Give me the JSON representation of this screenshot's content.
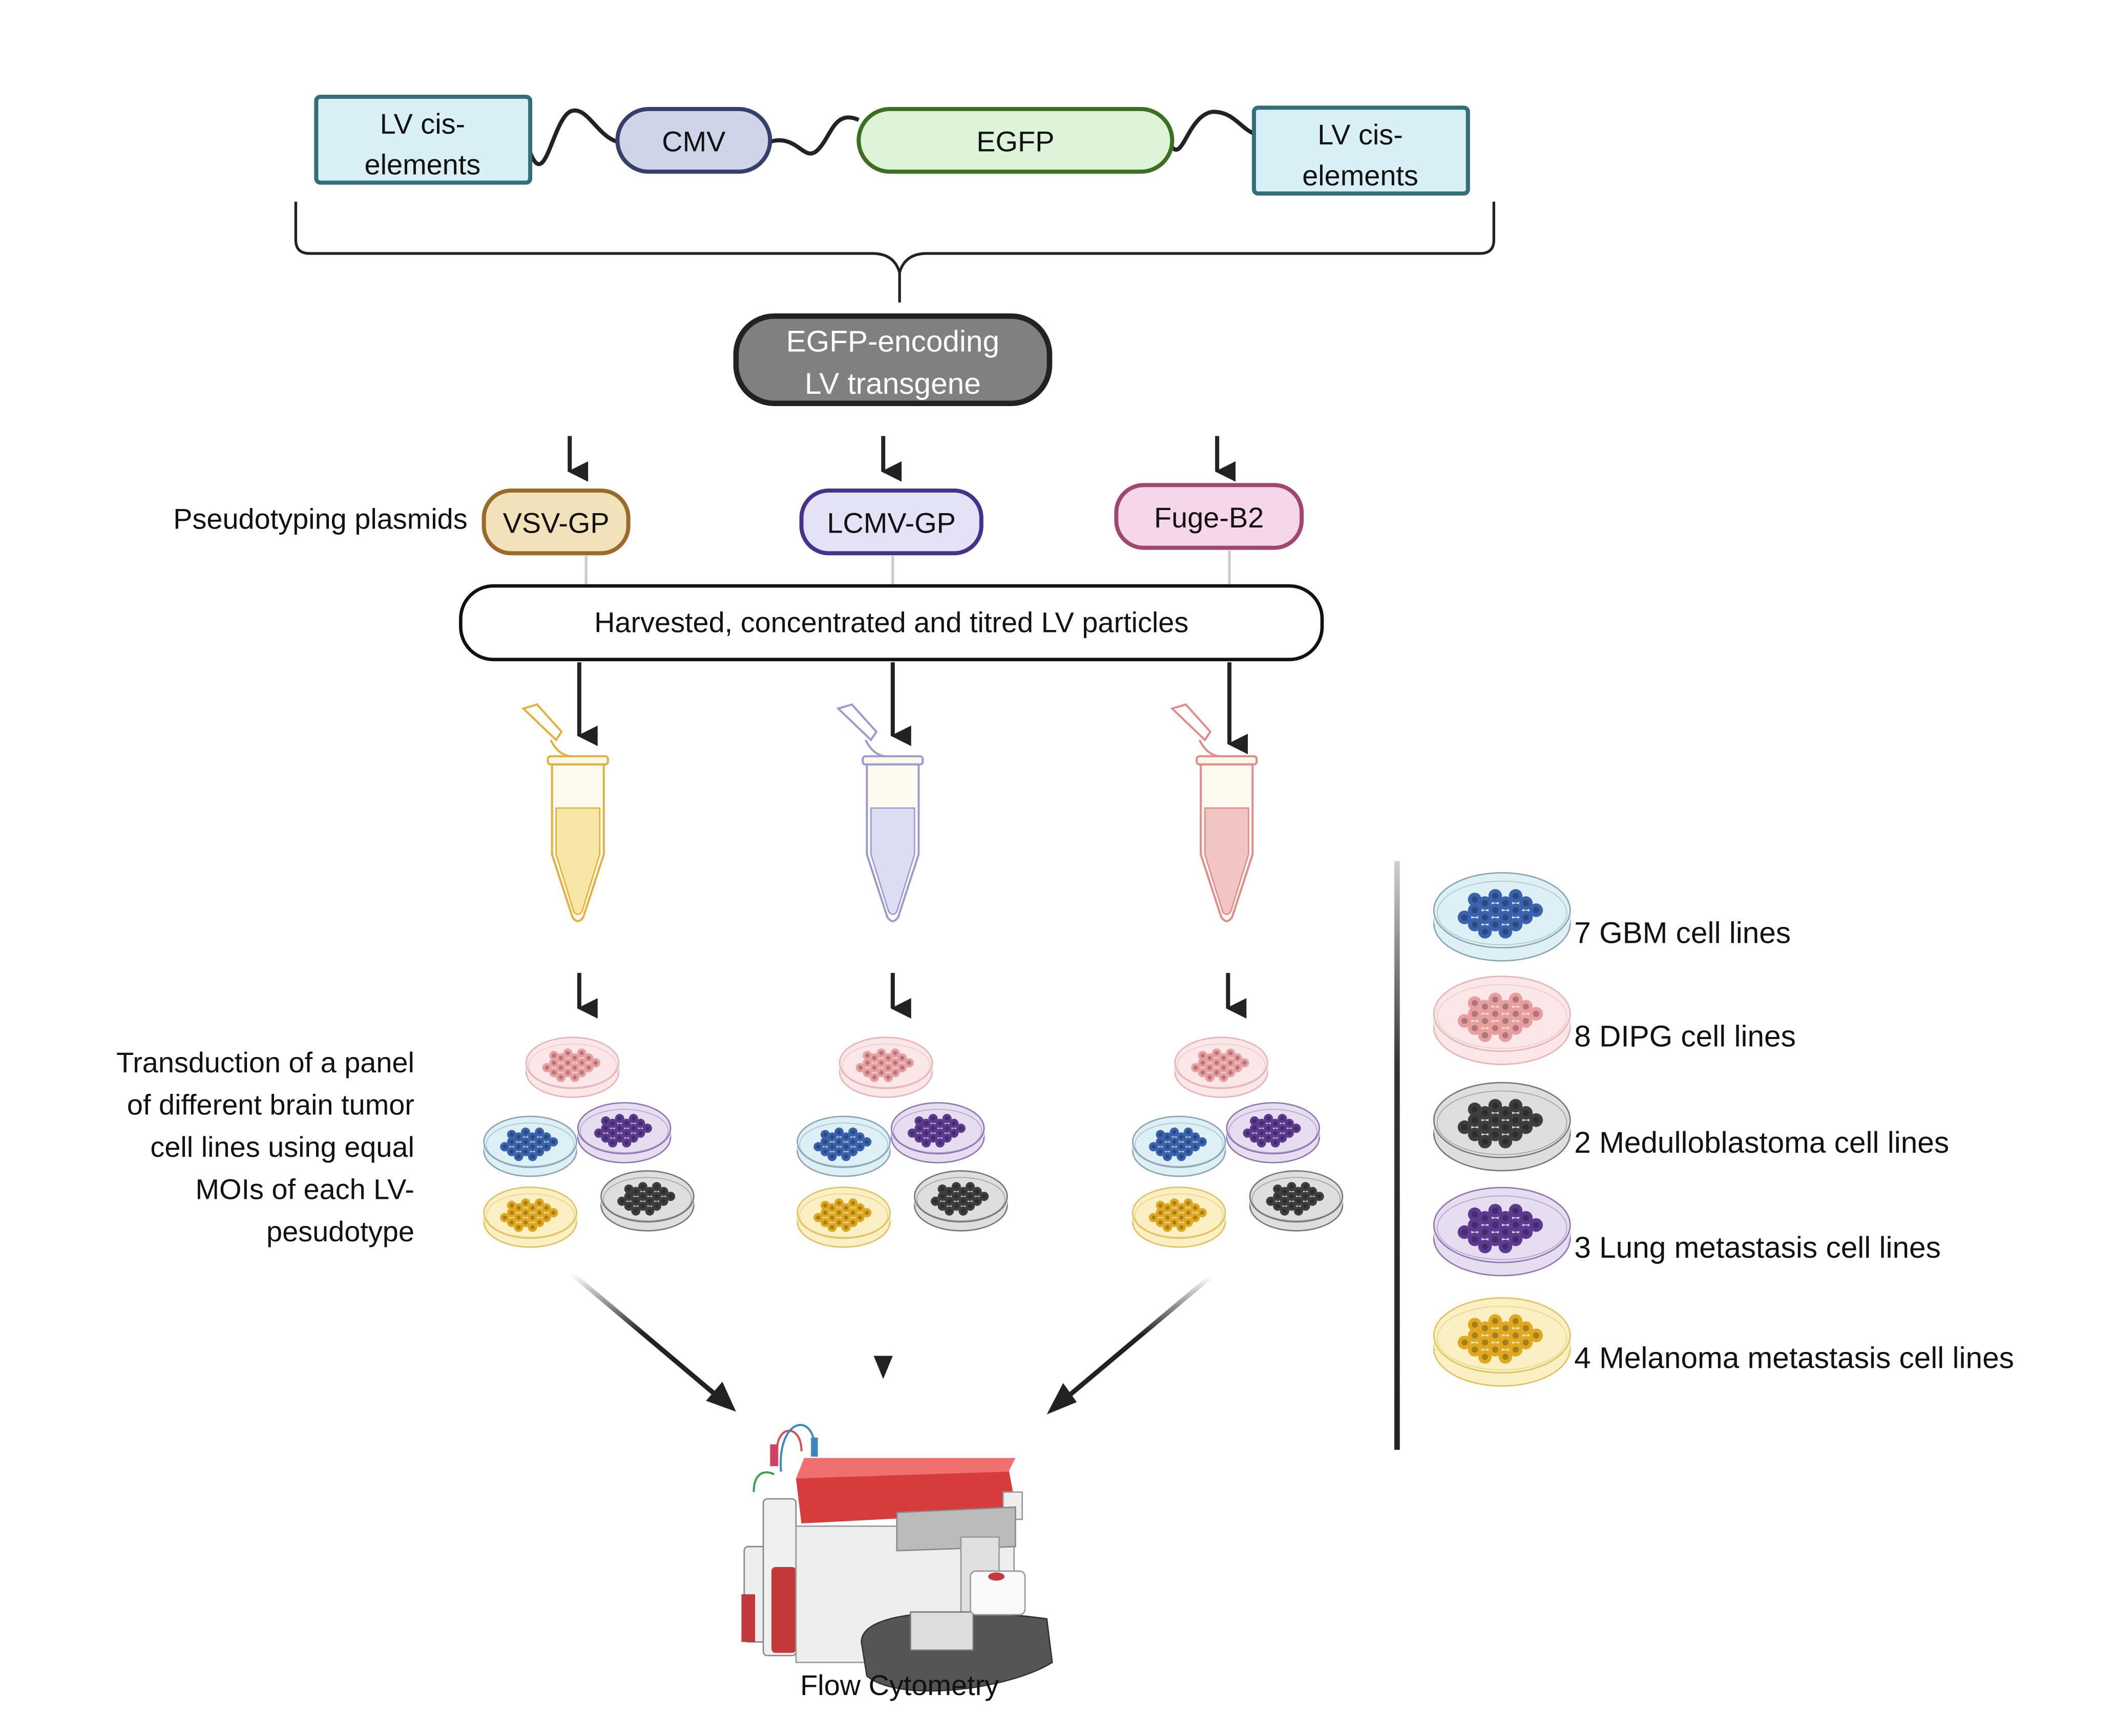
{
  "construct": {
    "left_element": [
      "LV cis-",
      "elements"
    ],
    "promoter": "CMV",
    "gene": "EGFP",
    "right_element": [
      "LV cis-",
      "elements"
    ],
    "colors": {
      "cis_fill": "#d8eff6",
      "cis_stroke": "#336e7b",
      "cmv_fill": "#cfd5e9",
      "cmv_stroke": "#34406b",
      "egfp_fill": "#def4d8",
      "egfp_stroke": "#3a6f24"
    }
  },
  "transgene": {
    "lines": [
      "EGFP-encoding",
      "LV transgene"
    ],
    "fill": "#808080"
  },
  "pseudotyping": {
    "label": "Pseudotyping plasmids",
    "plasmids": [
      {
        "name": "VSV-GP",
        "fill": "#f2e2b9",
        "stroke": "#9a6a2c"
      },
      {
        "name": "LCMV-GP",
        "fill": "#e4e2f6",
        "stroke": "#47318a"
      },
      {
        "name": "Fuge-B2",
        "fill": "#f6d6ea",
        "stroke": "#a1466f"
      }
    ]
  },
  "harvest": {
    "label": "Harvested, concentrated and titred LV particles"
  },
  "tubes": [
    {
      "name": "vsv-tube",
      "fill": "#f7e6a6",
      "stroke": "#e0b13c"
    },
    {
      "name": "lcmv-tube",
      "fill": "#dcdcf2",
      "stroke": "#9d9ad1"
    },
    {
      "name": "fuge-tube",
      "fill": "#f3c4c4",
      "stroke": "#e08c8c"
    }
  ],
  "transduction": {
    "lines": [
      "Transduction of a panel",
      "of different brain tumor",
      "cell lines using equal",
      "MOIs of each LV-",
      "pesudotype"
    ]
  },
  "legend": {
    "items": [
      {
        "label": "7 GBM cell lines",
        "dish": "#dcf0f6",
        "rim": "#8aa3b5",
        "cells": "#3a62ad"
      },
      {
        "label": "8 DIPG cell lines",
        "dish": "#fbe7e8",
        "rim": "#e6b4b6",
        "cells": "#e89e9f"
      },
      {
        "label": "2 Medulloblastoma cell lines",
        "dish": "#dedede",
        "rim": "#777777",
        "cells": "#3e3e3e"
      },
      {
        "label": "3 Lung metastasis cell lines",
        "dish": "#e6def0",
        "rim": "#8e76b3",
        "cells": "#5c3a90"
      },
      {
        "label": "4 Melanoma metastasis cell lines",
        "dish": "#fbefc4",
        "rim": "#e0c160",
        "cells": "#e0a820"
      }
    ]
  },
  "readout": {
    "label": "Flow Cytometry"
  }
}
